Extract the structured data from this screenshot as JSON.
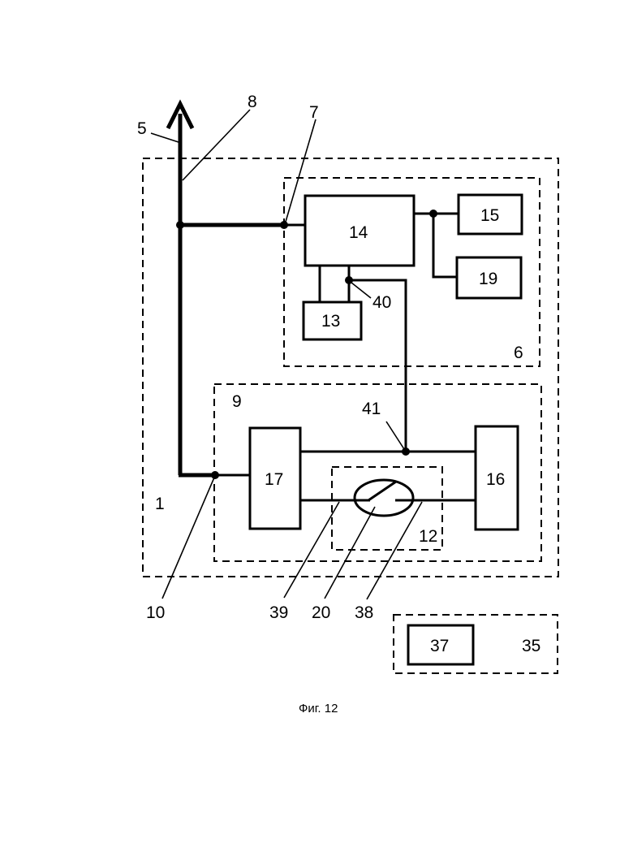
{
  "labels": {
    "n1": "1",
    "n5": "5",
    "n6": "6",
    "n7": "7",
    "n8": "8",
    "n9": "9",
    "n10": "10",
    "n12": "12",
    "n13": "13",
    "n14": "14",
    "n15": "15",
    "n16": "16",
    "n17": "17",
    "n19": "19",
    "n20": "20",
    "n35": "35",
    "n37": "37",
    "n38": "38",
    "n39": "39",
    "n40": "40",
    "n41": "41"
  },
  "caption": "Фиг. 12"
}
